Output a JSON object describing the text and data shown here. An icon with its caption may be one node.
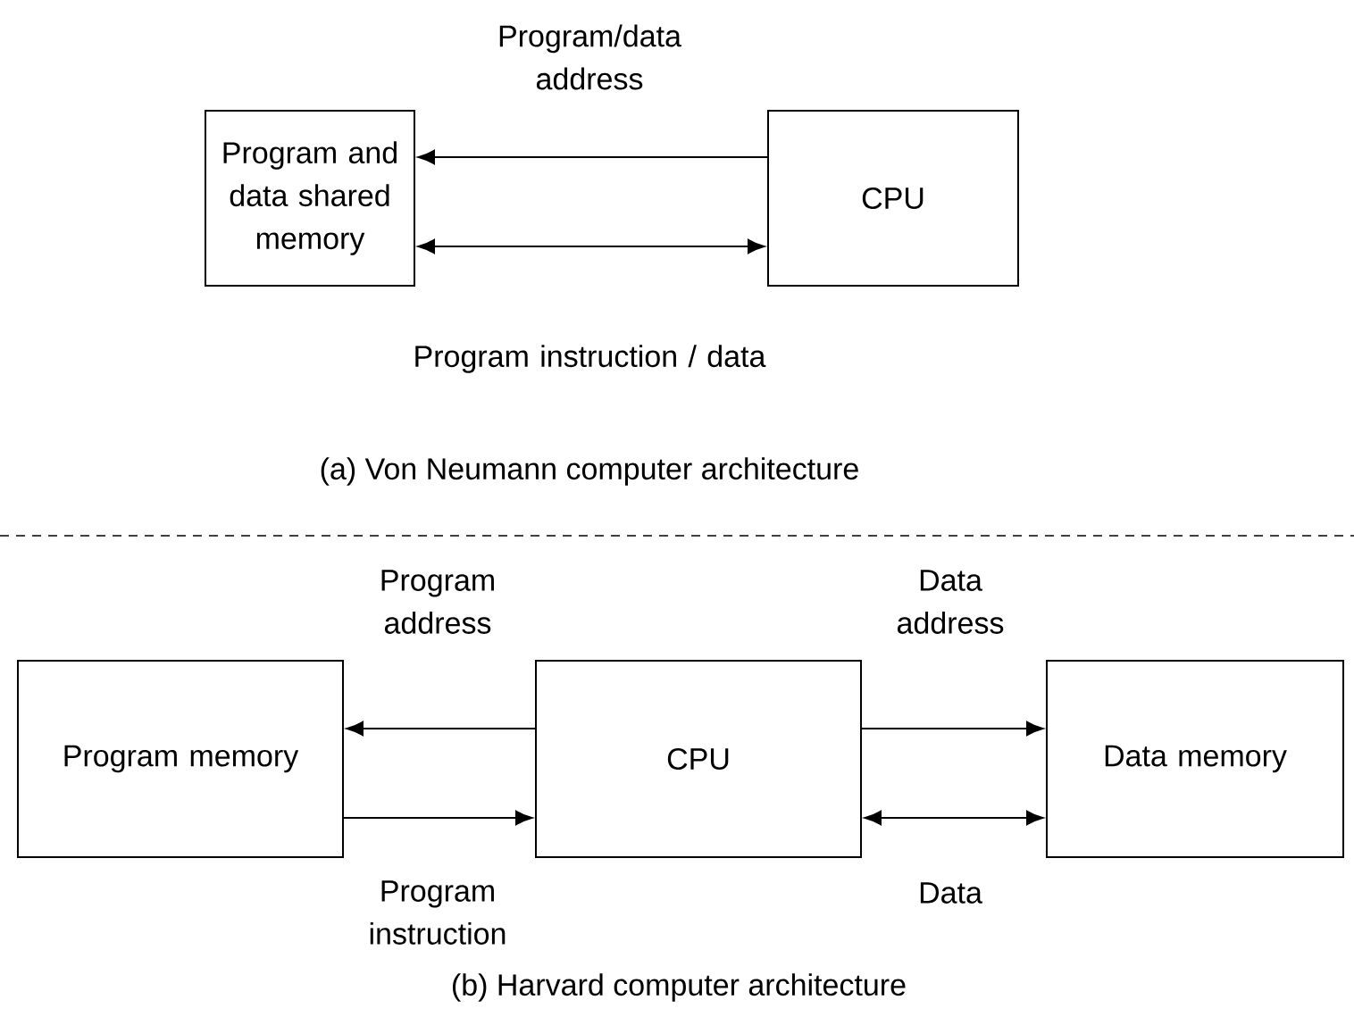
{
  "diagram": {
    "nodes": [
      {
        "text": [
          "Program and data shared memory"
        ]
      },
      {
        "text": [
          "CPU"
        ]
      },
      {
        "text": [
          "Program memory"
        ]
      },
      {
        "text": [
          "CPU"
        ]
      },
      {
        "text": [
          "Data memory"
        ]
      }
    ],
    "edges": [
      {
        "from": 1,
        "to": 0,
        "arrow": "to",
        "label": "Program/data address"
      },
      {
        "from": 0,
        "to": 1,
        "arrow": "both",
        "label": "Program instruction / data"
      },
      {
        "from": 3,
        "to": 2,
        "arrow": "to",
        "label": "Program address"
      },
      {
        "from": 2,
        "to": 3,
        "arrow": "to",
        "label": "Program instruction"
      },
      {
        "from": 3,
        "to": 4,
        "arrow": "to",
        "label": "Data address"
      },
      {
        "from": 3,
        "to": 4,
        "arrow": "both",
        "label": "Data"
      }
    ],
    "labels": [
      "(a) Von Neumann computer architecture",
      "(b) Harvard computer architecture"
    ]
  }
}
